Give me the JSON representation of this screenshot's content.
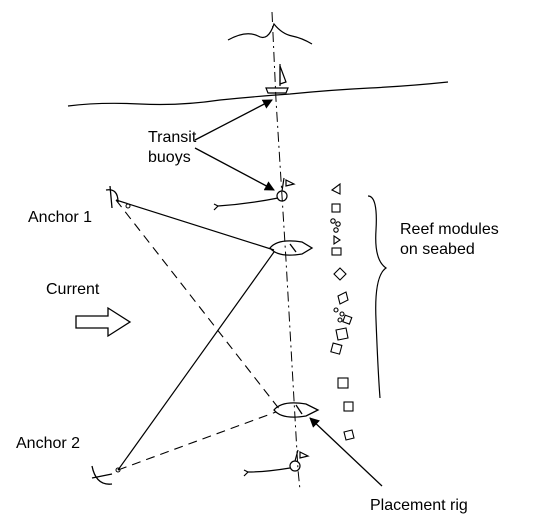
{
  "labels": {
    "transit_buoys": "Transit\nbuoys",
    "anchor_1": "Anchor 1",
    "anchor_2": "Anchor 2",
    "current": "Current",
    "reef_modules": "Reef modules\non seabed",
    "placement_rig": "Placement rig"
  },
  "colors": {
    "ink": "#000000",
    "background": "#ffffff"
  }
}
